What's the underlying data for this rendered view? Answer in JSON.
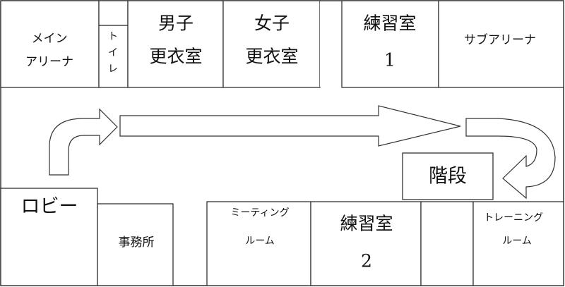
{
  "rooms": {
    "main_arena": {
      "line1": "メイン",
      "line2": "アリーナ"
    },
    "toilet": {
      "c1": "ト",
      "c2": "イ",
      "c3": "レ"
    },
    "mens_locker": {
      "line1": "男子",
      "line2": "更衣室"
    },
    "womens_locker": {
      "line1": "女子",
      "line2": "更衣室"
    },
    "practice_room_1": {
      "line1": "練習室",
      "line2": "1"
    },
    "sub_arena": {
      "label": "サブアリーナ"
    },
    "stairs": {
      "label": "階段"
    },
    "lobby": {
      "label": "ロビー"
    },
    "office": {
      "label": "事務所"
    },
    "meeting_room": {
      "line1": "ミーティング",
      "line2": "ルーム"
    },
    "practice_room_2": {
      "line1": "練習室",
      "line2": "2"
    },
    "training_room": {
      "line1": "トレーニング",
      "line2": "ルーム"
    }
  }
}
